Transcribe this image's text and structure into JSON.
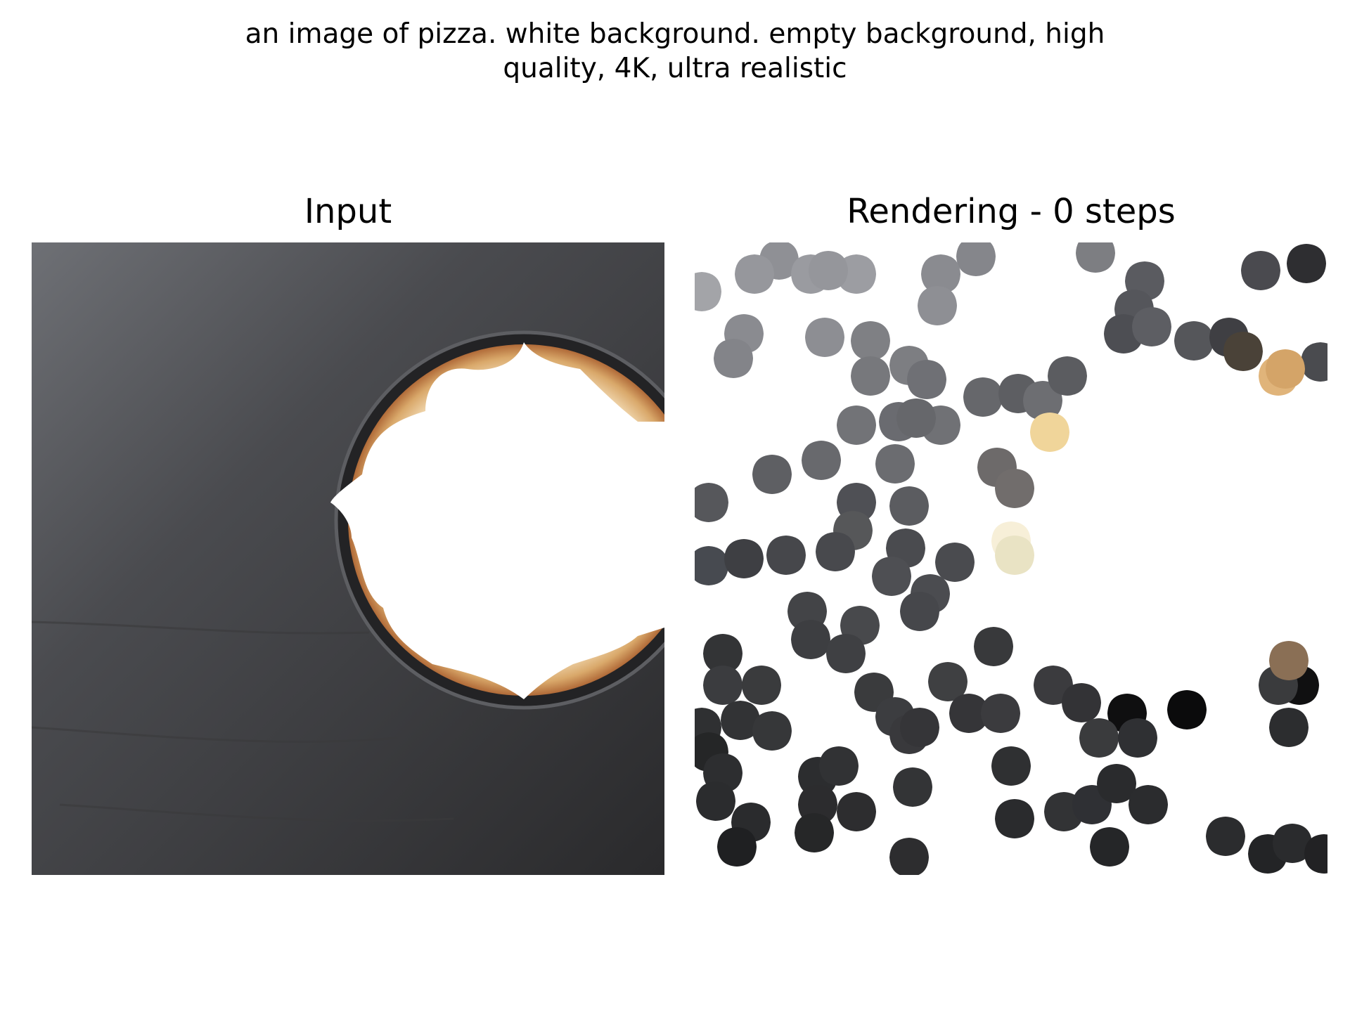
{
  "figure": {
    "prompt_line_1": "an image of pizza. white background. empty background, high",
    "prompt_line_2": "quality, 4K, ultra realistic"
  },
  "panels": {
    "input_title": "Input",
    "rendering_title": "Rendering - 0 steps"
  },
  "colors": {
    "background": "#ffffff",
    "slate_dark": "#2b2b2d",
    "slate_light": "#6b6c70",
    "crust": "#e8c596"
  }
}
